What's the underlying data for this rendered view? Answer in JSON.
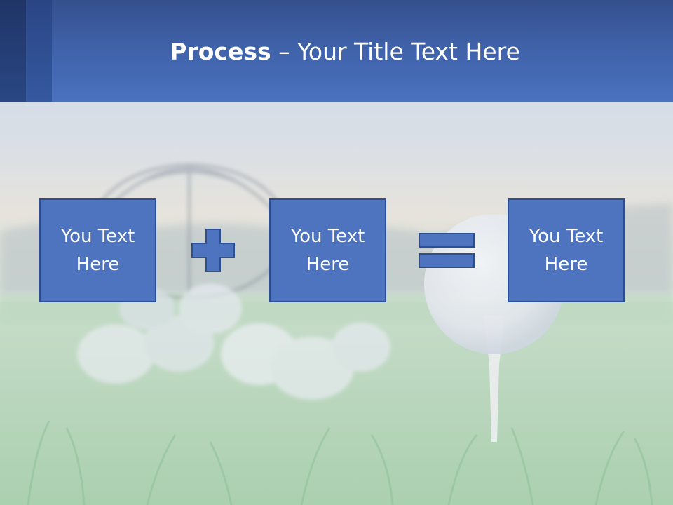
{
  "title": {
    "bold": "Process",
    "rest": "– Your Title Text Here"
  },
  "boxes": [
    {
      "text": "You Text Here"
    },
    {
      "text": "You Text Here"
    },
    {
      "text": "You Text Here"
    }
  ],
  "operators": {
    "first": "plus-icon",
    "second": "equals-icon"
  },
  "colors": {
    "header": "#4a72bf",
    "box_fill": "#4f74bf",
    "box_border": "#2f4f8c"
  },
  "background": "golf-ball-on-tee-photo"
}
